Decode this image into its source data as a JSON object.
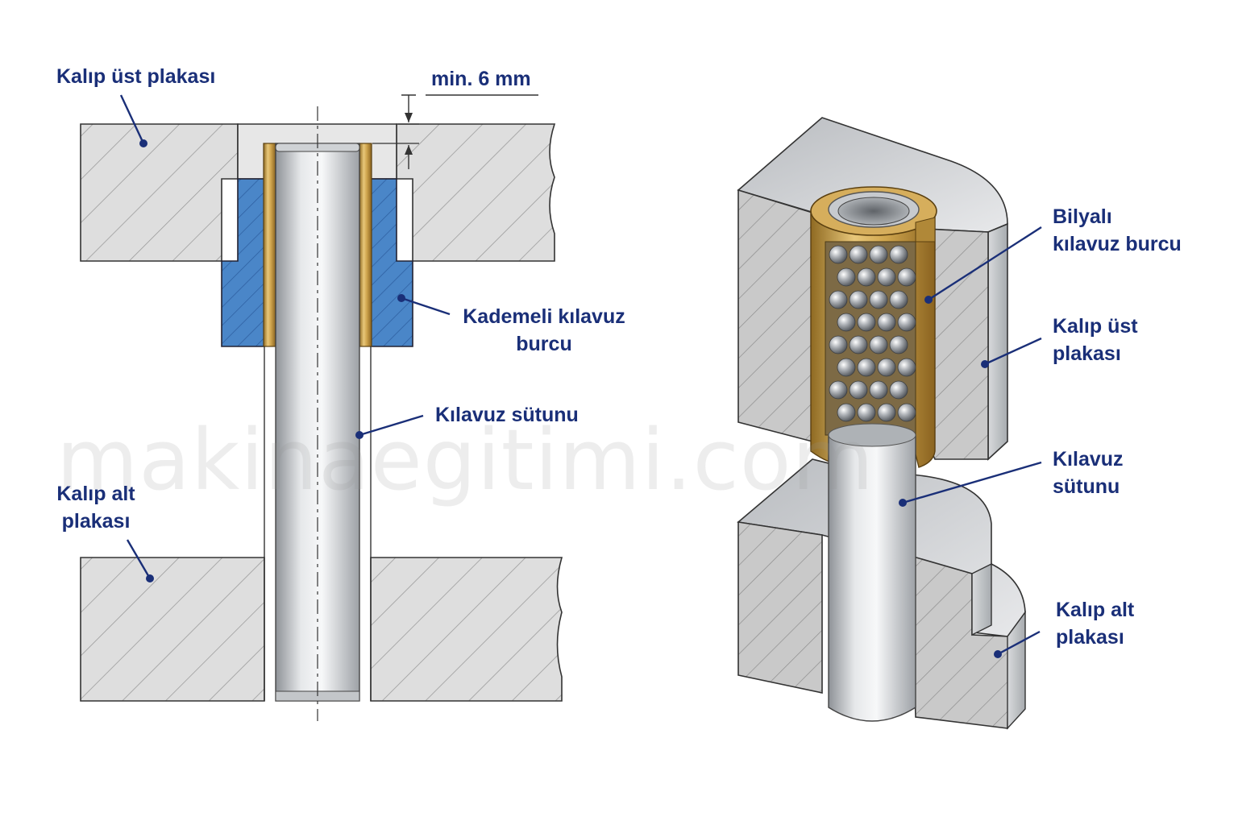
{
  "watermark": "makinaegitimi.com",
  "colors": {
    "label": "#1a2f78",
    "plate": "#dcdcdc",
    "bushing_blue": "#4a86c8",
    "brass": "#c9a24a",
    "steel": "#c8ccd0"
  },
  "left_view": {
    "dimension": "min. 6 mm",
    "labels": {
      "upper_plate": "Kalıp üst plakası",
      "stepped_bushing_line1": "Kademeli kılavuz",
      "stepped_bushing_line2": "burcu",
      "guide_pillar": "Kılavuz sütunu",
      "lower_plate_line1": "Kalıp alt",
      "lower_plate_line2": "plakası"
    }
  },
  "right_view": {
    "labels": {
      "ball_bushing_line1": "Bilyalı",
      "ball_bushing_line2": "kılavuz burcu",
      "upper_plate_line1": "Kalıp üst",
      "upper_plate_line2": "plakası",
      "guide_pillar_line1": "Kılavuz",
      "guide_pillar_line2": "sütunu",
      "lower_plate_line1": "Kalıp alt",
      "lower_plate_line2": "plakası"
    }
  }
}
